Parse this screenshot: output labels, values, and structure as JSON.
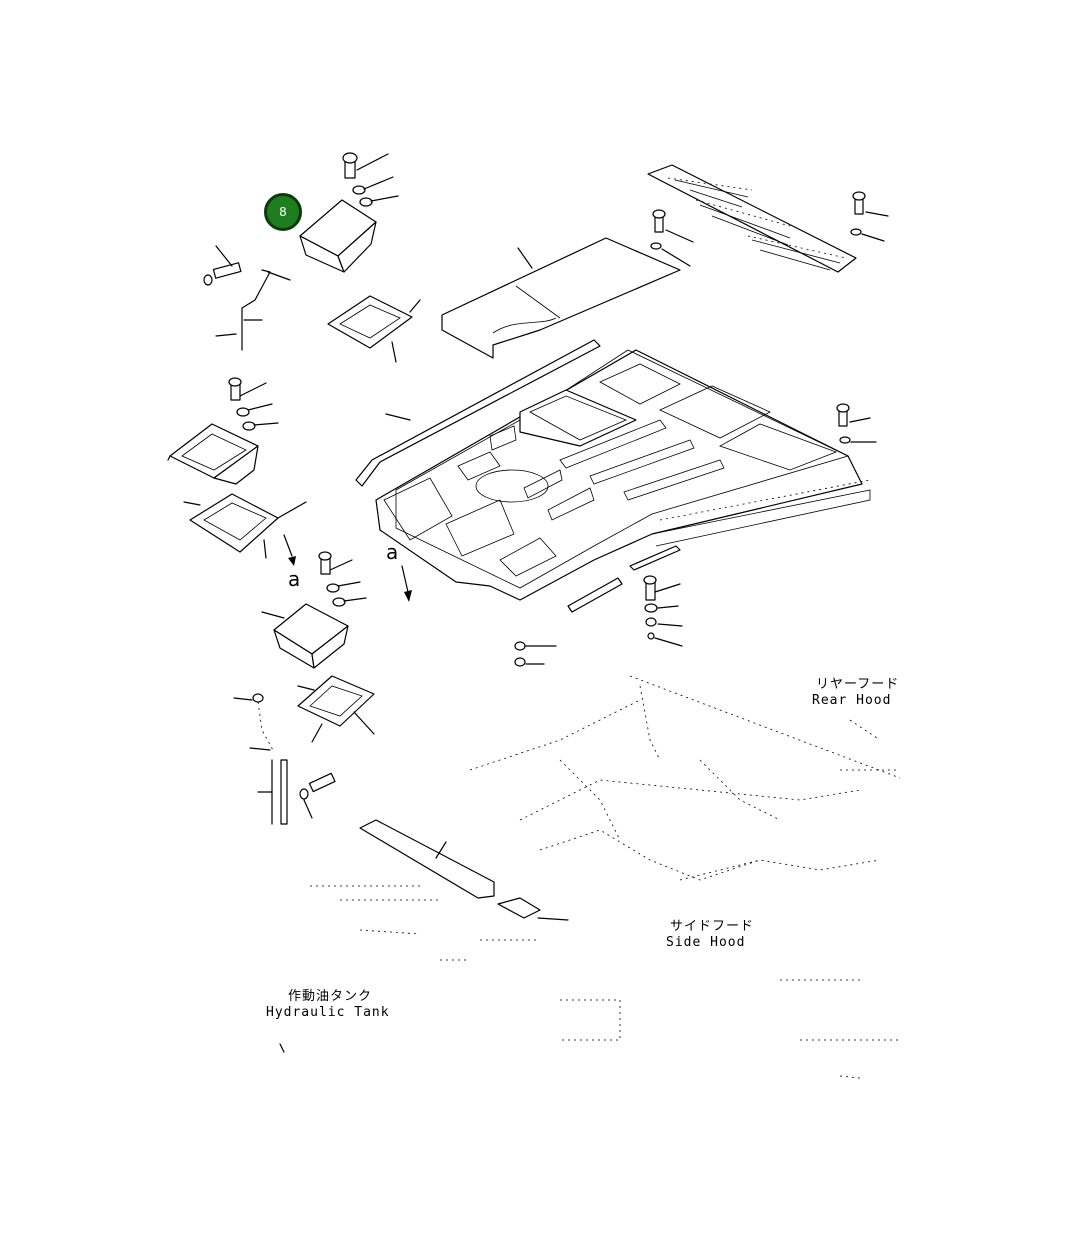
{
  "callouts": [
    {
      "number": "8",
      "color": "#1e7d1e"
    }
  ],
  "labels": {
    "rear_hood_jp": "リヤーフード",
    "rear_hood_en": "Rear Hood",
    "side_hood_jp": "サイドフード",
    "side_hood_en": "Side Hood",
    "hydraulic_tank_jp": "作動油タンク",
    "hydraulic_tank_en": "Hydraulic Tank",
    "arrow_a_1": "a",
    "arrow_a_2": "a"
  }
}
